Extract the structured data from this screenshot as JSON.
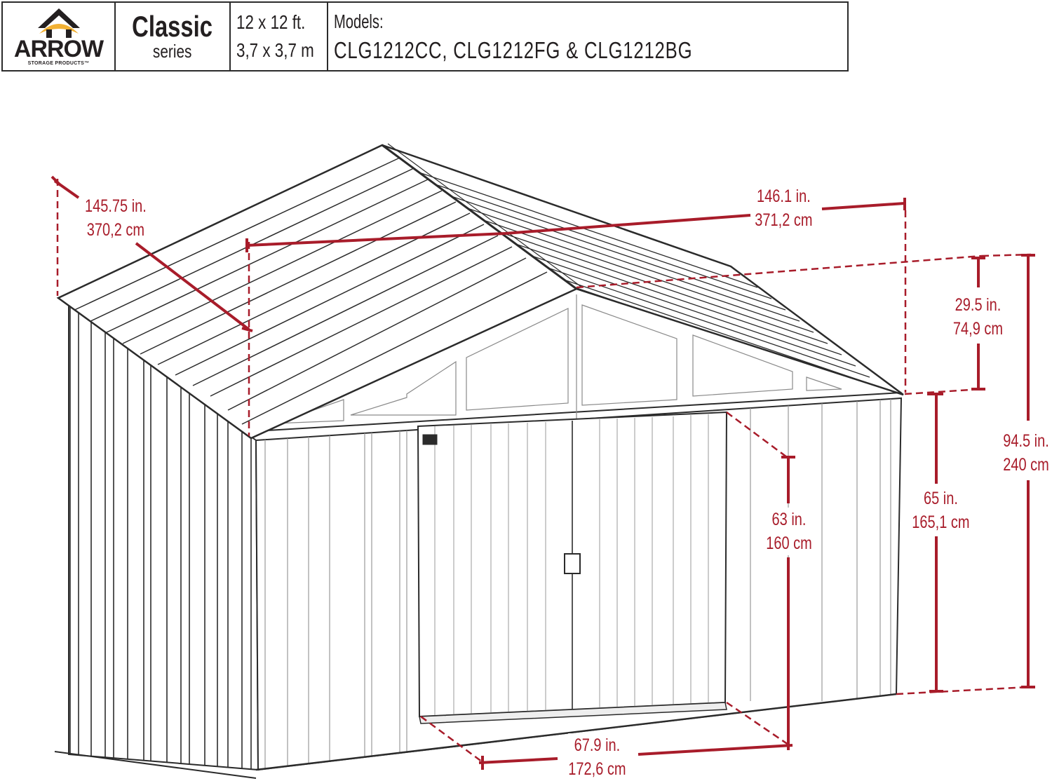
{
  "header": {
    "brand": {
      "name": "ARROW",
      "tagline": "STORAGE PRODUCTS™",
      "colors": {
        "roof": "#231f20",
        "arc": "#f2b134"
      }
    },
    "series": {
      "name": "Classic",
      "subtitle": "series"
    },
    "size": {
      "imperial": "12 x 12 ft.",
      "metric": "3,7 x 3,7 m"
    },
    "models": {
      "label": "Models:",
      "list": "CLG1212CC,  CLG1212FG  &  CLG1212BG"
    }
  },
  "dimensions": {
    "roof_slope_depth": {
      "imperial": "145.75 in.",
      "metric": "370,2 cm"
    },
    "roof_width": {
      "imperial": "146.1 in.",
      "metric": "371,2 cm"
    },
    "gable_height": {
      "imperial": "29.5 in.",
      "metric": "74,9 cm"
    },
    "overall_height": {
      "imperial": "94.5 in.",
      "metric": "240 cm"
    },
    "wall_height": {
      "imperial": "65 in.",
      "metric": "165,1 cm"
    },
    "door_height": {
      "imperial": "63 in.",
      "metric": "160 cm"
    },
    "door_width": {
      "imperial": "67.9 in.",
      "metric": "172,6 cm"
    }
  },
  "colors": {
    "dimension": "#a81c2a",
    "line": "#2b2b2b"
  }
}
